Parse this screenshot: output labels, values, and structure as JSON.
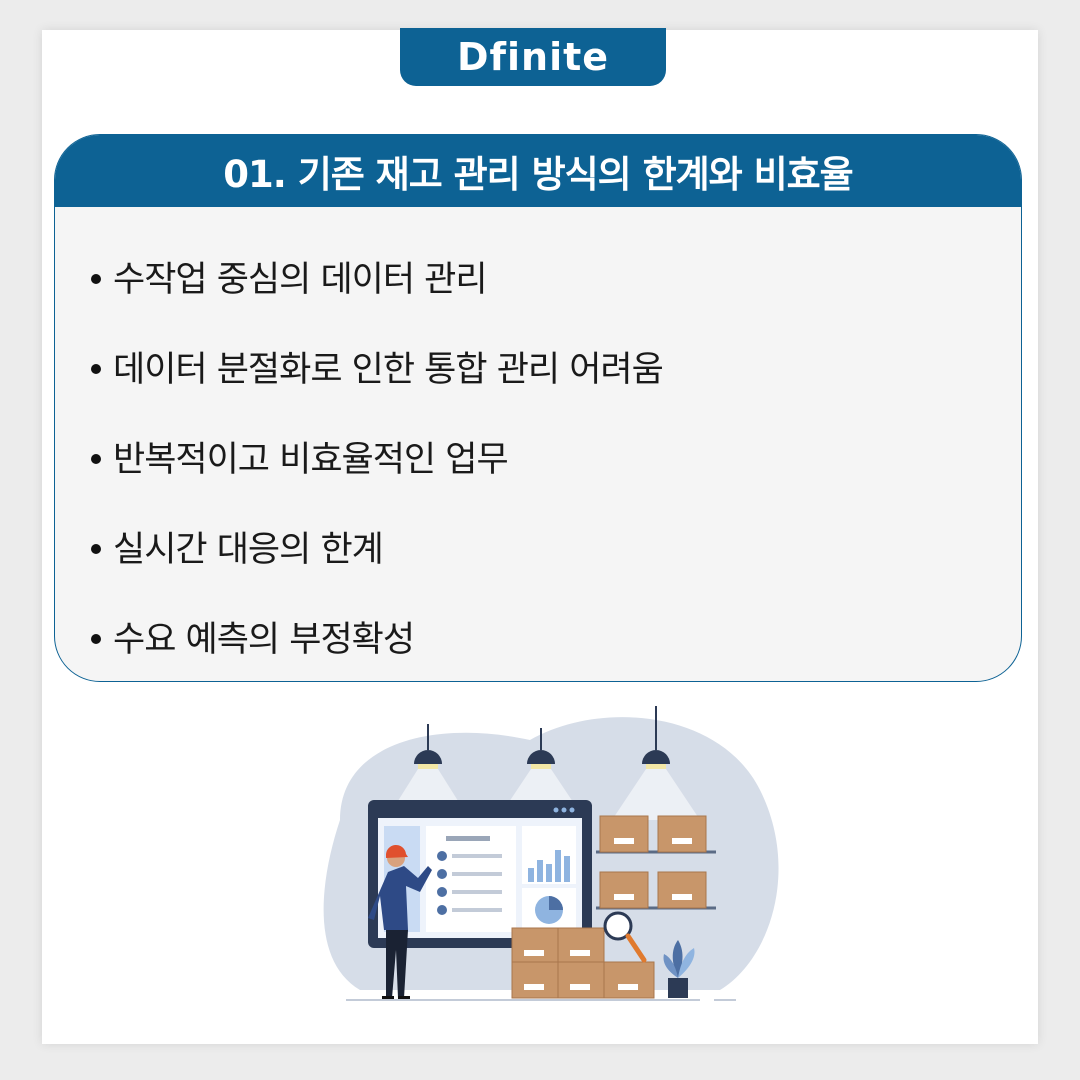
{
  "brand": {
    "name": "Dfinite"
  },
  "section": {
    "title": "01. 기존 재고 관리 방식의 한계와 비효율",
    "items": [
      "수작업 중심의 데이터 관리",
      "데이터 분절화로 인한 통합 관리 어려움",
      "반복적이고 비효율적인 업무",
      "실시간 대응의 한계",
      "수요 예측의 부정확성"
    ]
  },
  "colors": {
    "accent": "#0d6294",
    "panel_bg": "#f5f5f5",
    "box": "#c8966a"
  },
  "illustration": {
    "subject": "warehouse worker with monitor, shelves and boxes"
  }
}
